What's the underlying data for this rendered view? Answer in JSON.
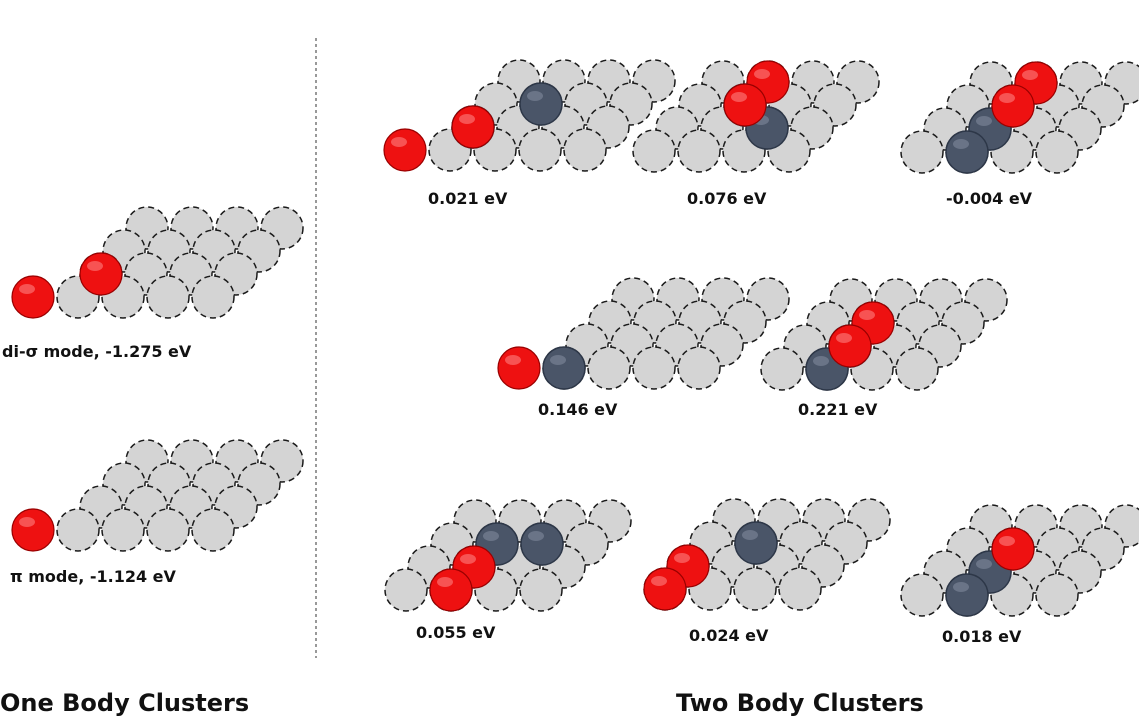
{
  "colors": {
    "surface_atom": "#d4d4d4",
    "surface_atom_stroke": "#1a1a1a",
    "oxygen_atom": "#ee1111",
    "dark_atom": "#4a5568",
    "text": "#111111"
  },
  "sections": {
    "left_title": "One Body Clusters",
    "right_title": "Two Body Clusters"
  },
  "one_body": [
    {
      "label": "di-σ mode, -1.275 eV",
      "red": [
        [
          0,
          1
        ],
        [
          -1,
          0
        ]
      ],
      "dark": []
    },
    {
      "label": "π mode, -1.124 eV",
      "red": [
        [
          -1,
          0
        ]
      ],
      "dark": []
    }
  ],
  "two_body": [
    {
      "label": "0.021 eV",
      "red": [
        [
          -1,
          0
        ],
        [
          0,
          1
        ]
      ],
      "dark": [
        [
          0,
          1
        ],
        [
          1,
          2
        ]
      ]
    },
    {
      "label": "0.076 eV",
      "red": [
        [
          1,
          3
        ],
        [
          1,
          2
        ]
      ],
      "dark": [
        [
          1,
          2
        ],
        [
          2,
          1
        ]
      ]
    },
    {
      "label": "-0.004 eV",
      "red": [
        [
          1,
          3
        ],
        [
          1,
          2
        ]
      ],
      "dark": [
        [
          1,
          1
        ],
        [
          1,
          0
        ]
      ]
    },
    {
      "label": "0.146 eV",
      "red": [
        [
          -1,
          0
        ]
      ],
      "dark": [
        [
          0,
          0
        ]
      ]
    },
    {
      "label": "0.221 eV",
      "red": [
        [
          1,
          2
        ],
        [
          1,
          1
        ]
      ],
      "dark": [
        [
          1,
          1
        ],
        [
          1,
          0
        ]
      ]
    },
    {
      "label": "0.055 eV",
      "red": [
        [
          1,
          1
        ],
        [
          1,
          0
        ]
      ],
      "dark": [
        [
          1,
          2
        ],
        [
          2,
          2
        ]
      ]
    },
    {
      "label": "0.024 eV",
      "red": [
        [
          0,
          1
        ],
        [
          0,
          0
        ]
      ],
      "dark": [
        [
          1,
          2
        ]
      ]
    },
    {
      "label": "0.018 eV",
      "red": [
        [
          1,
          2
        ]
      ],
      "dark": [
        [
          1,
          1
        ],
        [
          1,
          0
        ]
      ]
    }
  ]
}
